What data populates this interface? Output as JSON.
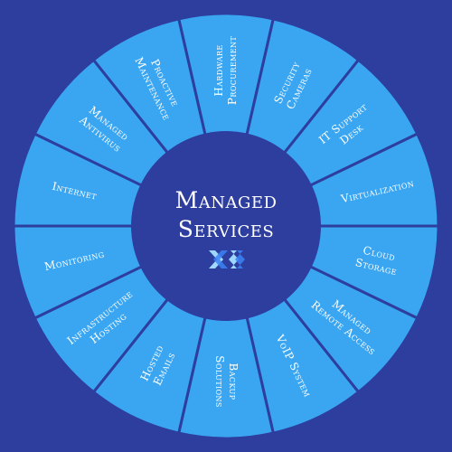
{
  "center": {
    "title_lines": [
      "Managed",
      "Services"
    ],
    "logo_icon": "xx-logo-icon"
  },
  "segments": [
    {
      "lines": [
        "Hardware",
        "Procurement"
      ]
    },
    {
      "lines": [
        "Security",
        "Cameras"
      ]
    },
    {
      "lines": [
        "IT Support",
        "Desk"
      ]
    },
    {
      "lines": [
        "Virtualization"
      ]
    },
    {
      "lines": [
        "Cloud",
        "Storage"
      ]
    },
    {
      "lines": [
        "Managed",
        "Remote Access"
      ]
    },
    {
      "lines": [
        "VoIP System"
      ]
    },
    {
      "lines": [
        "Backup",
        "Solutions"
      ]
    },
    {
      "lines": [
        "Hosted",
        "Emails"
      ]
    },
    {
      "lines": [
        "Infrastructure",
        "Hosting"
      ]
    },
    {
      "lines": [
        "Monitoring"
      ]
    },
    {
      "lines": [
        "Internet"
      ]
    },
    {
      "lines": [
        "Managed",
        "Antivirus"
      ]
    },
    {
      "lines": [
        "Proactive",
        "Maintenance"
      ]
    }
  ],
  "colors": {
    "background": "#2d3e9e",
    "segment": "#3aa6f2",
    "divider": "#2d3e9e",
    "center": "#2d3e9e",
    "logo_light": "#9fd8ff",
    "logo_dark": "#3b82f6"
  }
}
